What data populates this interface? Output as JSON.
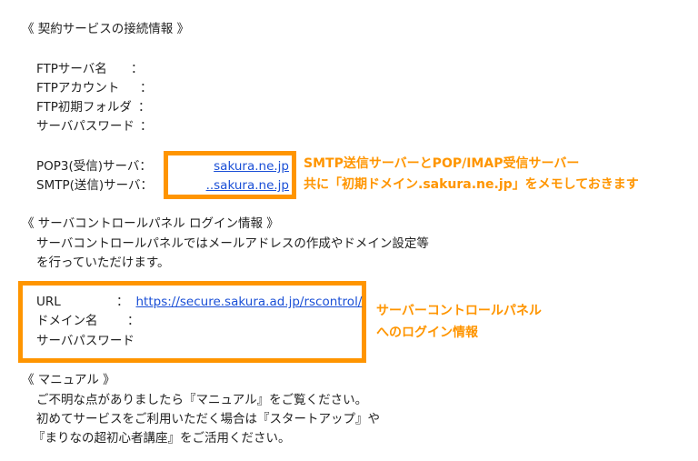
{
  "section1": {
    "heading": "《 契約サービスの接続情報 》",
    "rows": [
      {
        "label": "FTPサーバ名",
        "sep": "："
      },
      {
        "label": "FTPアカウント",
        "sep": "："
      },
      {
        "label": "FTP初期フォルダ",
        "sep": "："
      },
      {
        "label": "サーバパスワード",
        "sep": "："
      }
    ],
    "servers": [
      {
        "label": "POP3(受信)サーバ：",
        "value": "sakura.ne.jp"
      },
      {
        "label": "SMTP(送信)サーバ：",
        "value": "..sakura.ne.jp"
      }
    ],
    "annotation": [
      "SMTP送信サーバーとPOP/IMAP受信サーバー",
      "共に「初期ドメイン.sakura.ne.jp」をメモしておきます"
    ]
  },
  "section2": {
    "heading": "《 サーバコントロールパネル ログイン情報 》",
    "description": [
      "サーバコントロールパネルではメールアドレスの作成やドメイン設定等",
      "を行っていただけます。"
    ],
    "rows": [
      {
        "label": "URL",
        "sep": "：",
        "value": "https://secure.sakura.ad.jp/rscontrol/"
      },
      {
        "label": "ドメイン名",
        "sep": "：",
        "value": ""
      },
      {
        "label": "サーバパスワード",
        "sep": "",
        "value": ""
      }
    ],
    "annotation": [
      "サーバーコントロールパネル",
      "へのログイン情報"
    ]
  },
  "section3": {
    "heading": "《 マニュアル 》",
    "lines": [
      "ご不明な点がありましたら『マニュアル』をご覧ください。",
      "初めてサービスをご利用いただく場合は『スタートアップ』や",
      "『まりなの超初心者講座』をご活用ください。"
    ]
  },
  "colors": {
    "highlight": "#ff9500",
    "link": "#1a4fd6",
    "text": "#222222"
  }
}
